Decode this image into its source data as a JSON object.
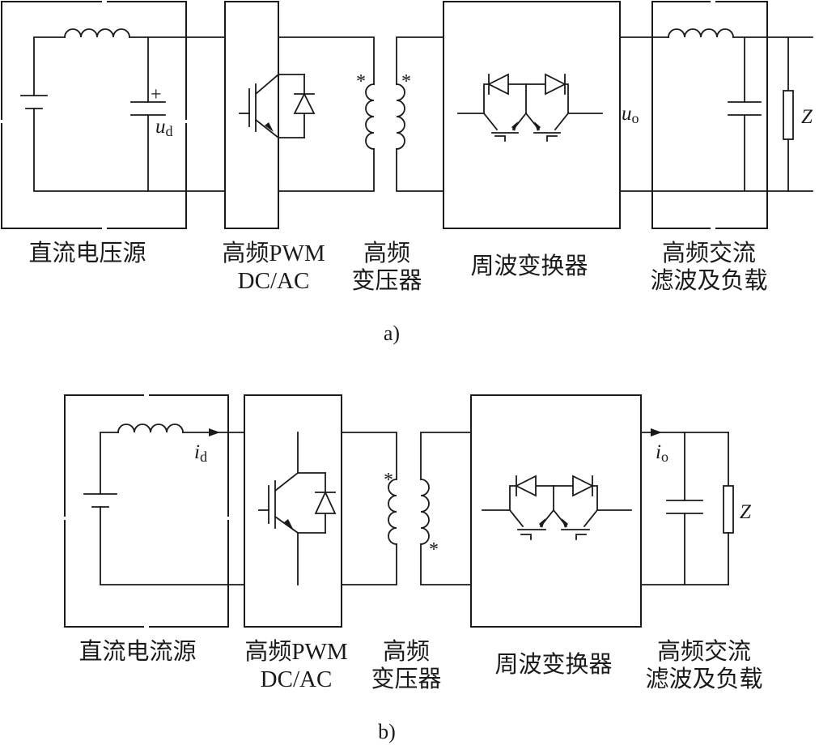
{
  "diagram_a": {
    "caption": "a)",
    "blocks": {
      "source": "直流电压源",
      "inverter_line1": "高频PWM",
      "inverter_line2": "DC/AC",
      "transformer_line1": "高频",
      "transformer_line2": "变压器",
      "cycloconverter": "周波变换器",
      "filter_line1": "高频交流",
      "filter_line2": "滤波及负载"
    },
    "symbols": {
      "voltage_var": "u",
      "voltage_sub": "d",
      "output_var": "u",
      "output_sub": "o",
      "plus": "+",
      "dot_left": "*",
      "dot_right": "*",
      "load": "Z"
    }
  },
  "diagram_b": {
    "caption": "b)",
    "blocks": {
      "source": "直流电流源",
      "inverter_line1": "高频PWM",
      "inverter_line2": "DC/AC",
      "transformer_line1": "高频",
      "transformer_line2": "变压器",
      "cycloconverter": "周波变换器",
      "filter_line1": "高频交流",
      "filter_line2": "滤波及负载"
    },
    "symbols": {
      "current_var": "i",
      "current_sub": "d",
      "output_var": "i",
      "output_sub": "o",
      "dot_left": "*",
      "dot_right": "*",
      "load": "Z"
    }
  }
}
